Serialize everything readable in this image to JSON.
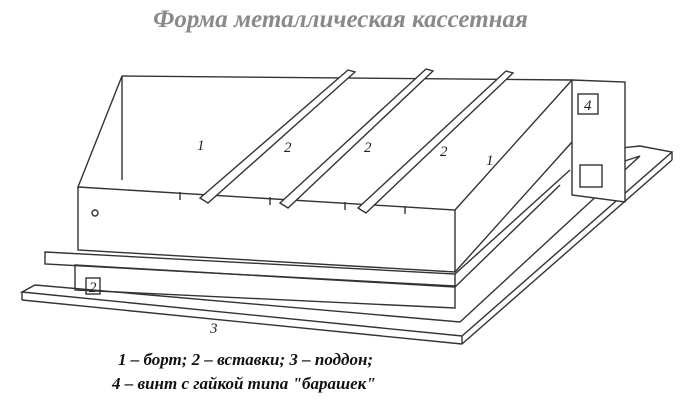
{
  "title": "Форма металлическая кассетная",
  "labels": {
    "bort_left": "1",
    "insert_a": "2",
    "insert_b": "2",
    "insert_c": "2",
    "bort_right": "1",
    "screw_top": "4",
    "screw_side": "2",
    "tray": "3"
  },
  "caption": {
    "line1": "1 – борт; 2 – вставки; 3 – поддон;",
    "line2": "4 – винт с гайкой типа \"барашек\""
  }
}
